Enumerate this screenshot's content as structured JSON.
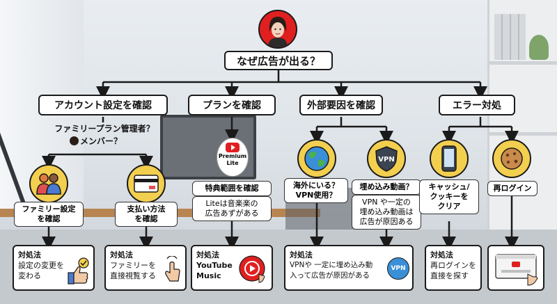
{
  "title": "なぜ広告が出る？",
  "categories": {
    "account": "アカウント設定を確認",
    "plan": "プランを確認",
    "external": "外部要因を確認",
    "error": "エラー対処"
  },
  "account": {
    "question_line1": "ファミリープラン管理者？",
    "question_line2": "メンバー？",
    "family_label": "ファミリー設定\nを確認",
    "payment_label": "支払い方法\nを確認",
    "solution1_title": "対処法",
    "solution1_text": "設定の変更を\n変わる",
    "solution2_title": "対処法",
    "solution2_text": "ファミリーを\n直接視覧する"
  },
  "plan": {
    "logo_line1": "Premium",
    "logo_line2": "Lite",
    "check_label": "特典範囲を確認",
    "note": "Liteは音楽楽の\n広告あずがある",
    "solution_title": "対処法",
    "solution_text": "YouTube\nMusic"
  },
  "external": {
    "overseas_label": "海外にいる？\nVPN使用？",
    "vpn_icon_text": "VPN",
    "embed_label": "埋め込み動画？",
    "embed_note": "VPN や一定の\n埋め込み動画は\n広告が原因ある",
    "solution_title": "対処法",
    "solution_text": "VPNや 一定に埋め込み動\n入って広告が原因がある",
    "solution_badge": "VPN"
  },
  "error": {
    "cache_label": "キャッシュ/\nクッキーを\nクリア",
    "relogin_label": "再ログイン",
    "solution_title": "対処法",
    "solution_text": "再ログインを\n直接を探す"
  },
  "colors": {
    "circle": "#f3cf4f",
    "line": "#1a1a1a",
    "red": "#e02020"
  }
}
